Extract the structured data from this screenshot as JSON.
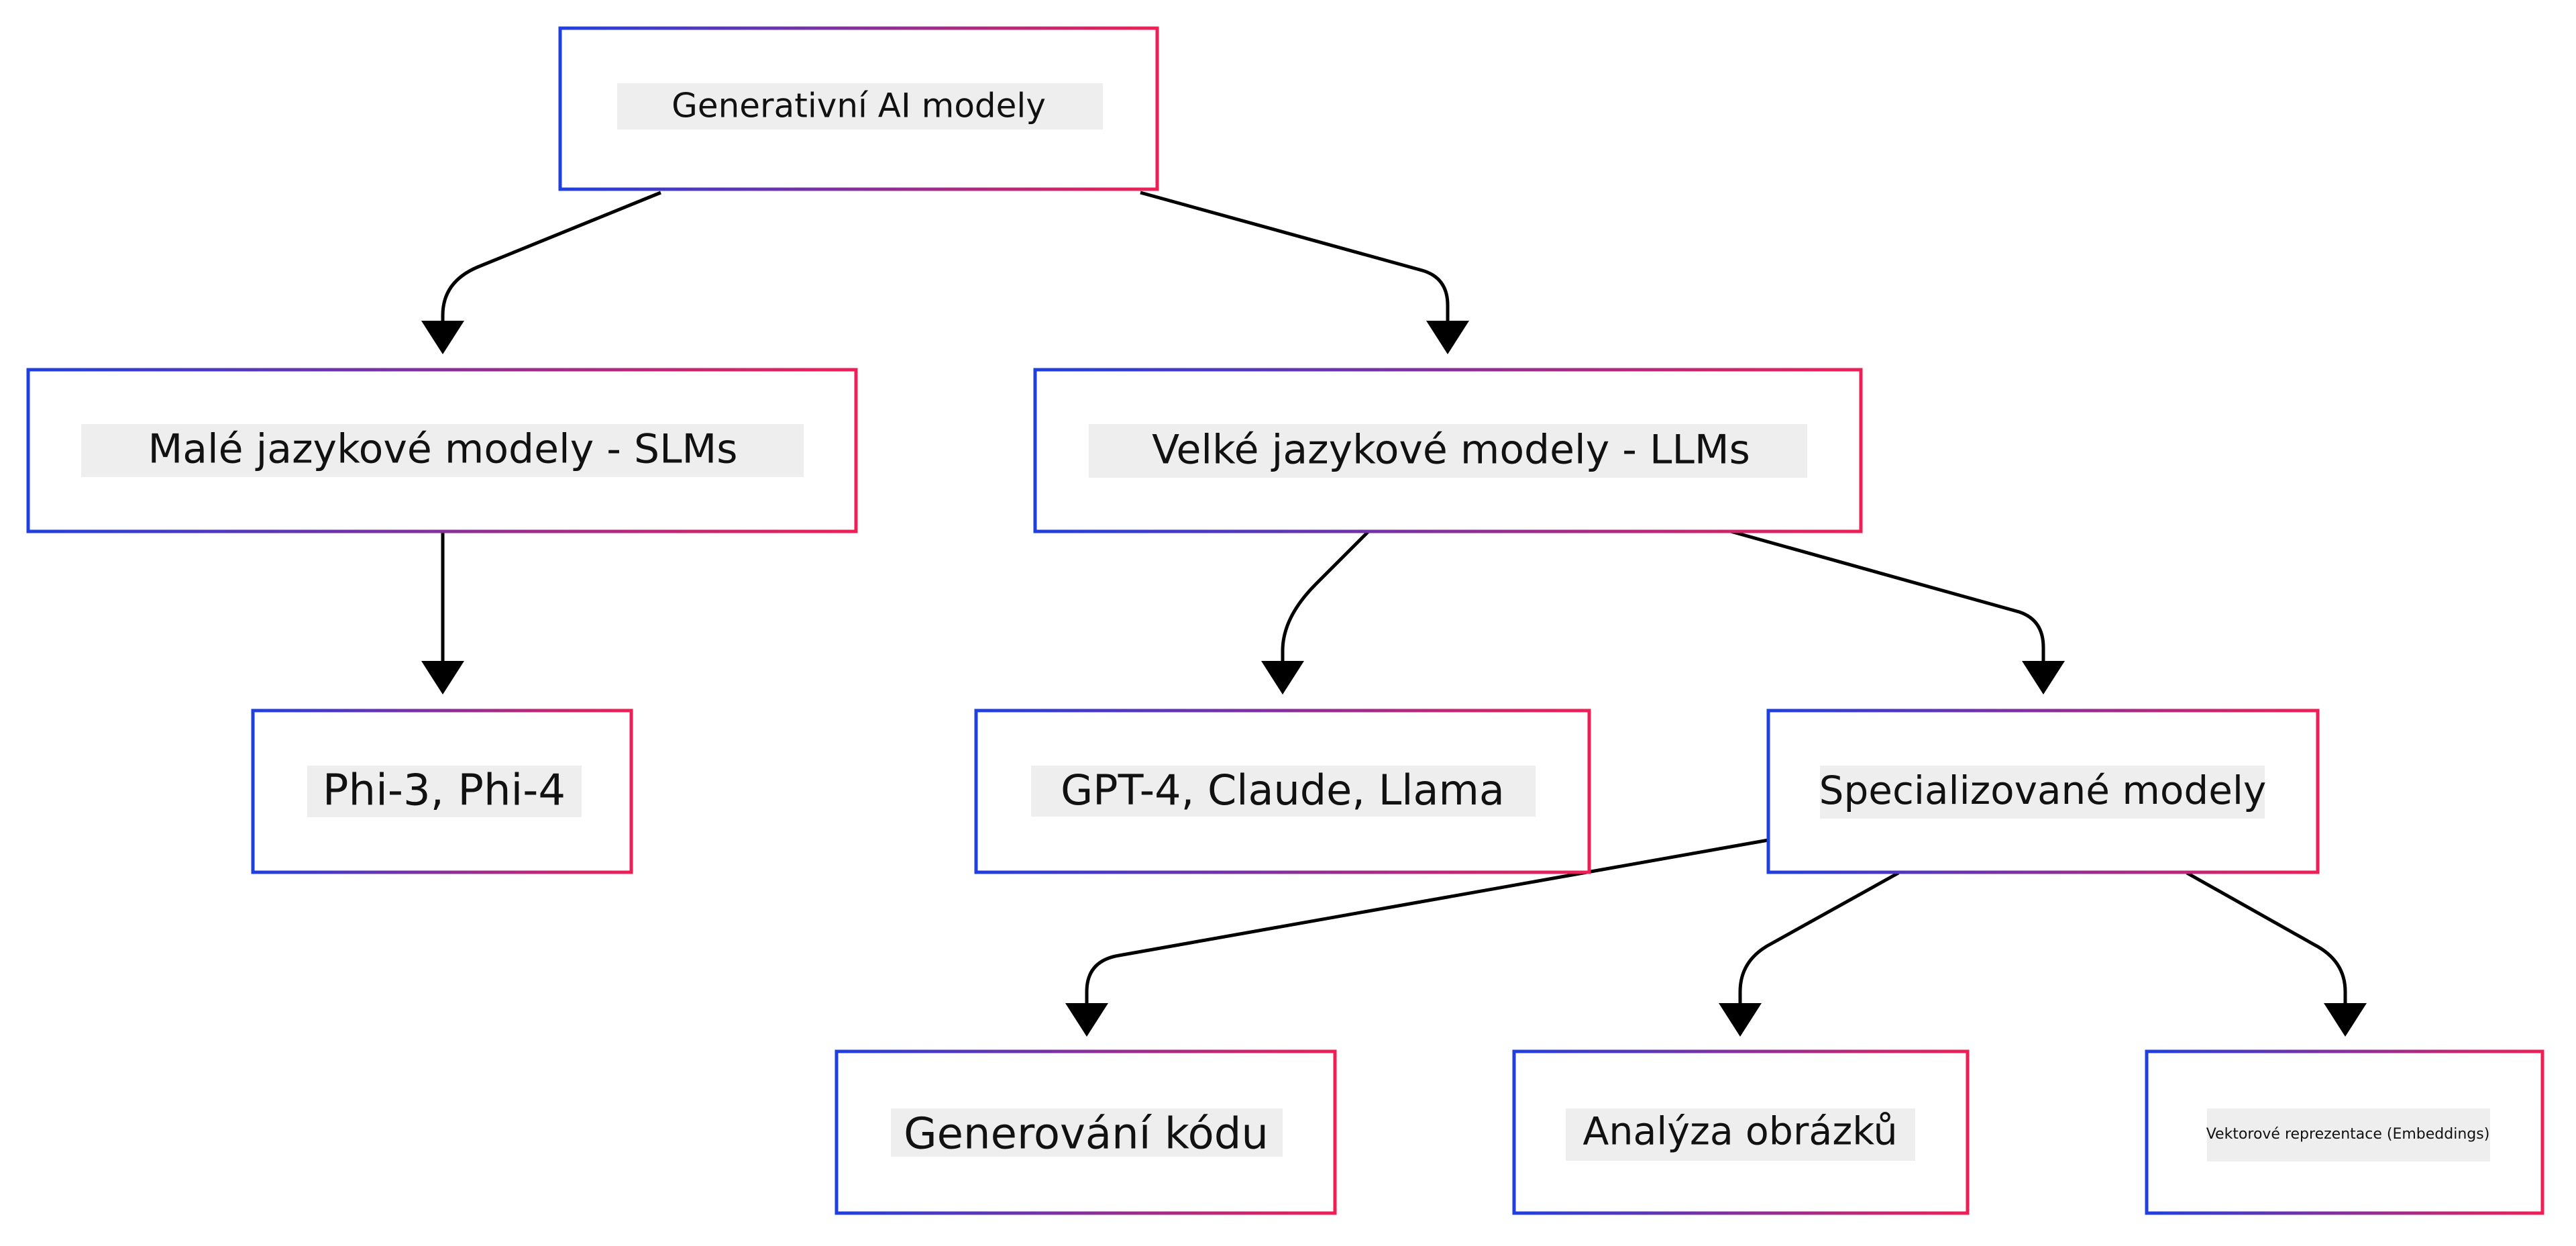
{
  "diagram": {
    "nodes": {
      "root": "Generativní AI modely",
      "slm": "Malé jazykové modely - SLMs",
      "llm": "Velké jazykové modely - LLMs",
      "phi": "Phi-3, Phi-4",
      "gpt": "GPT-4, Claude, Llama",
      "specialized": "Specializované modely",
      "code": "Generování kódu",
      "image": "Analýza obrázků",
      "embeddings": "Vektorové reprezentace (Embeddings)"
    },
    "edges": [
      {
        "from": "root",
        "to": "slm"
      },
      {
        "from": "root",
        "to": "llm"
      },
      {
        "from": "slm",
        "to": "phi"
      },
      {
        "from": "llm",
        "to": "gpt"
      },
      {
        "from": "llm",
        "to": "specialized"
      },
      {
        "from": "specialized",
        "to": "code"
      },
      {
        "from": "specialized",
        "to": "image"
      },
      {
        "from": "specialized",
        "to": "embeddings"
      }
    ],
    "colors": {
      "border_start": "#1f3fe0",
      "border_end": "#ef1f55",
      "edge": "#000000",
      "label_background": "#eeeeee",
      "text": "#111111"
    }
  }
}
